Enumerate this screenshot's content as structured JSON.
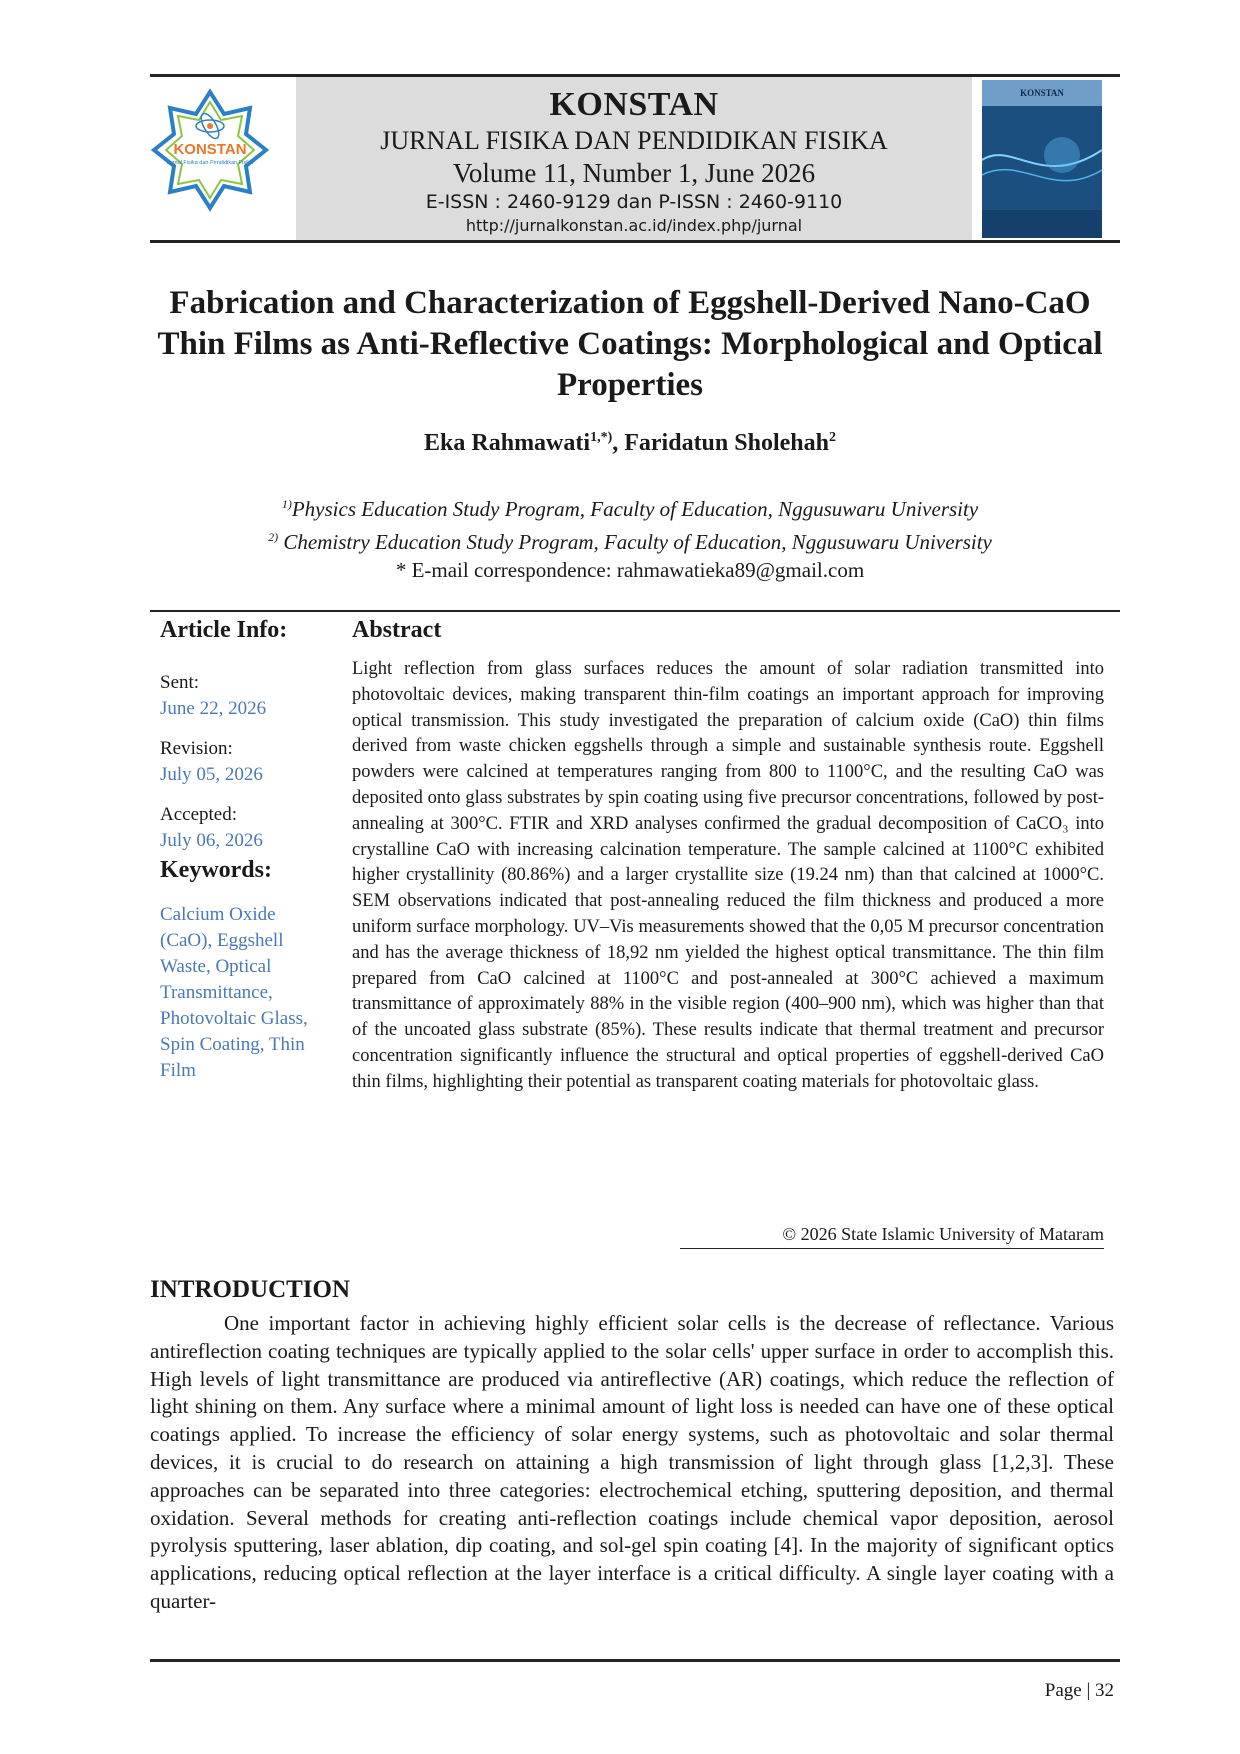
{
  "header": {
    "journal_name": "KONSTAN",
    "journal_subtitle": "JURNAL FISIKA DAN PENDIDIKAN FISIKA",
    "volume": "Volume 11, Number 1, June 2026",
    "issn": "E-ISSN : 2460-9129 dan P-ISSN : 2460-9110",
    "url": "http://jurnalkonstan.ac.id/index.php/jurnal",
    "logo_text": "KONSTAN",
    "logo_sub": "Jurnal Fisika dan Pendidikan Fisika",
    "cover_title": "KONSTAN"
  },
  "title": "Fabrication and Characterization of Eggshell-Derived Nano-CaO Thin Films as Anti-Reflective Coatings: Morphological and Optical Properties",
  "authors": {
    "author1": "Eka Rahmawati",
    "author1_sup": "1,*)",
    "sep": ", ",
    "author2": "Faridatun Sholehah",
    "author2_sup": "2"
  },
  "affiliations": [
    {
      "sup": "1)",
      "text": "Physics Education Study Program, Faculty of Education, Nggusuwaru University"
    },
    {
      "sup": "2)",
      "text": " Chemistry Education Study Program, Faculty of Education, Nggusuwaru University"
    }
  ],
  "email": "* E-mail correspondence: rahmawatieka89@gmail.com",
  "article_info": {
    "heading": "Article Info:",
    "sent_label": "Sent:",
    "sent_date": "June 22, 2026",
    "revision_label": "Revision:",
    "revision_date": "July 05, 2026",
    "accepted_label": "Accepted:",
    "accepted_date": "July 06, 2026",
    "keywords_heading": "Keywords:",
    "keywords": "Calcium Oxide (CaO), Eggshell Waste, Optical Transmittance, Photovoltaic Glass, Spin Coating, Thin Film"
  },
  "abstract": {
    "heading": "Abstract",
    "text": "Light reflection from glass surfaces reduces the amount of solar radiation transmitted into photovoltaic devices, making transparent thin-film coatings an important approach for improving optical transmission. This study investigated the preparation of calcium oxide (CaO) thin films derived from waste chicken eggshells through a simple and sustainable synthesis route. Eggshell powders were calcined at temperatures ranging from 800 to 1100°C, and the resulting CaO was deposited onto glass substrates by spin coating using five precursor concentrations, followed by post-annealing at 300°C. FTIR and XRD analyses confirmed the gradual decomposition of CaCO₃ into crystalline CaO with increasing calcination temperature. The sample calcined at 1100°C exhibited higher crystallinity (80.86%) and a larger crystallite size (19.24 nm) than that calcined at 1000°C. SEM observations indicated that post-annealing reduced the film thickness and produced a more uniform surface morphology. UV–Vis measurements showed that the 0,05 M precursor concentration and has the average thickness of 18,92 nm yielded the highest optical transmittance. The thin film prepared from CaO calcined at 1100°C and post-annealed at 300°C achieved a maximum transmittance of approximately 88% in the visible region (400–900 nm), which was higher than that of the uncoated glass substrate (85%). These results indicate that thermal treatment and precursor concentration significantly influence the structural and optical properties of eggshell-derived CaO thin films, highlighting their potential as transparent coating materials for photovoltaic glass."
  },
  "copyright": "© 2026 State Islamic University of Mataram",
  "introduction": {
    "heading": "INTRODUCTION",
    "text": "One important factor in achieving highly efficient solar cells is the decrease of reflectance. Various antireflection coating techniques are typically applied to the solar cells' upper surface in order to accomplish this. High levels of light transmittance are produced via antireflective (AR) coatings, which reduce the reflection of light shining on them. Any surface where a minimal amount of light loss is needed can have one of these optical coatings applied. To increase the efficiency of solar energy systems, such as photovoltaic and solar thermal devices, it is crucial to do research on attaining a high transmission of light through glass [1,2,3]. These approaches can be separated into three categories: electrochemical etching, sputtering deposition, and thermal oxidation. Several methods for creating anti-reflection coatings include chemical vapor deposition, aerosol pyrolysis sputtering, laser ablation, dip coating, and sol-gel spin coating [4]. In the majority of significant optics applications, reducing optical reflection at the layer interface is a critical difficulty. A single layer coating with a quarter-"
  },
  "footer": {
    "page_label": "Page",
    "page_sep": "|",
    "page_number": "32"
  },
  "colors": {
    "link_blue": "#4a78b8",
    "header_gray": "#dcdcdc",
    "logo_blue": "#2b7fc7",
    "logo_orange": "#e8782a"
  }
}
